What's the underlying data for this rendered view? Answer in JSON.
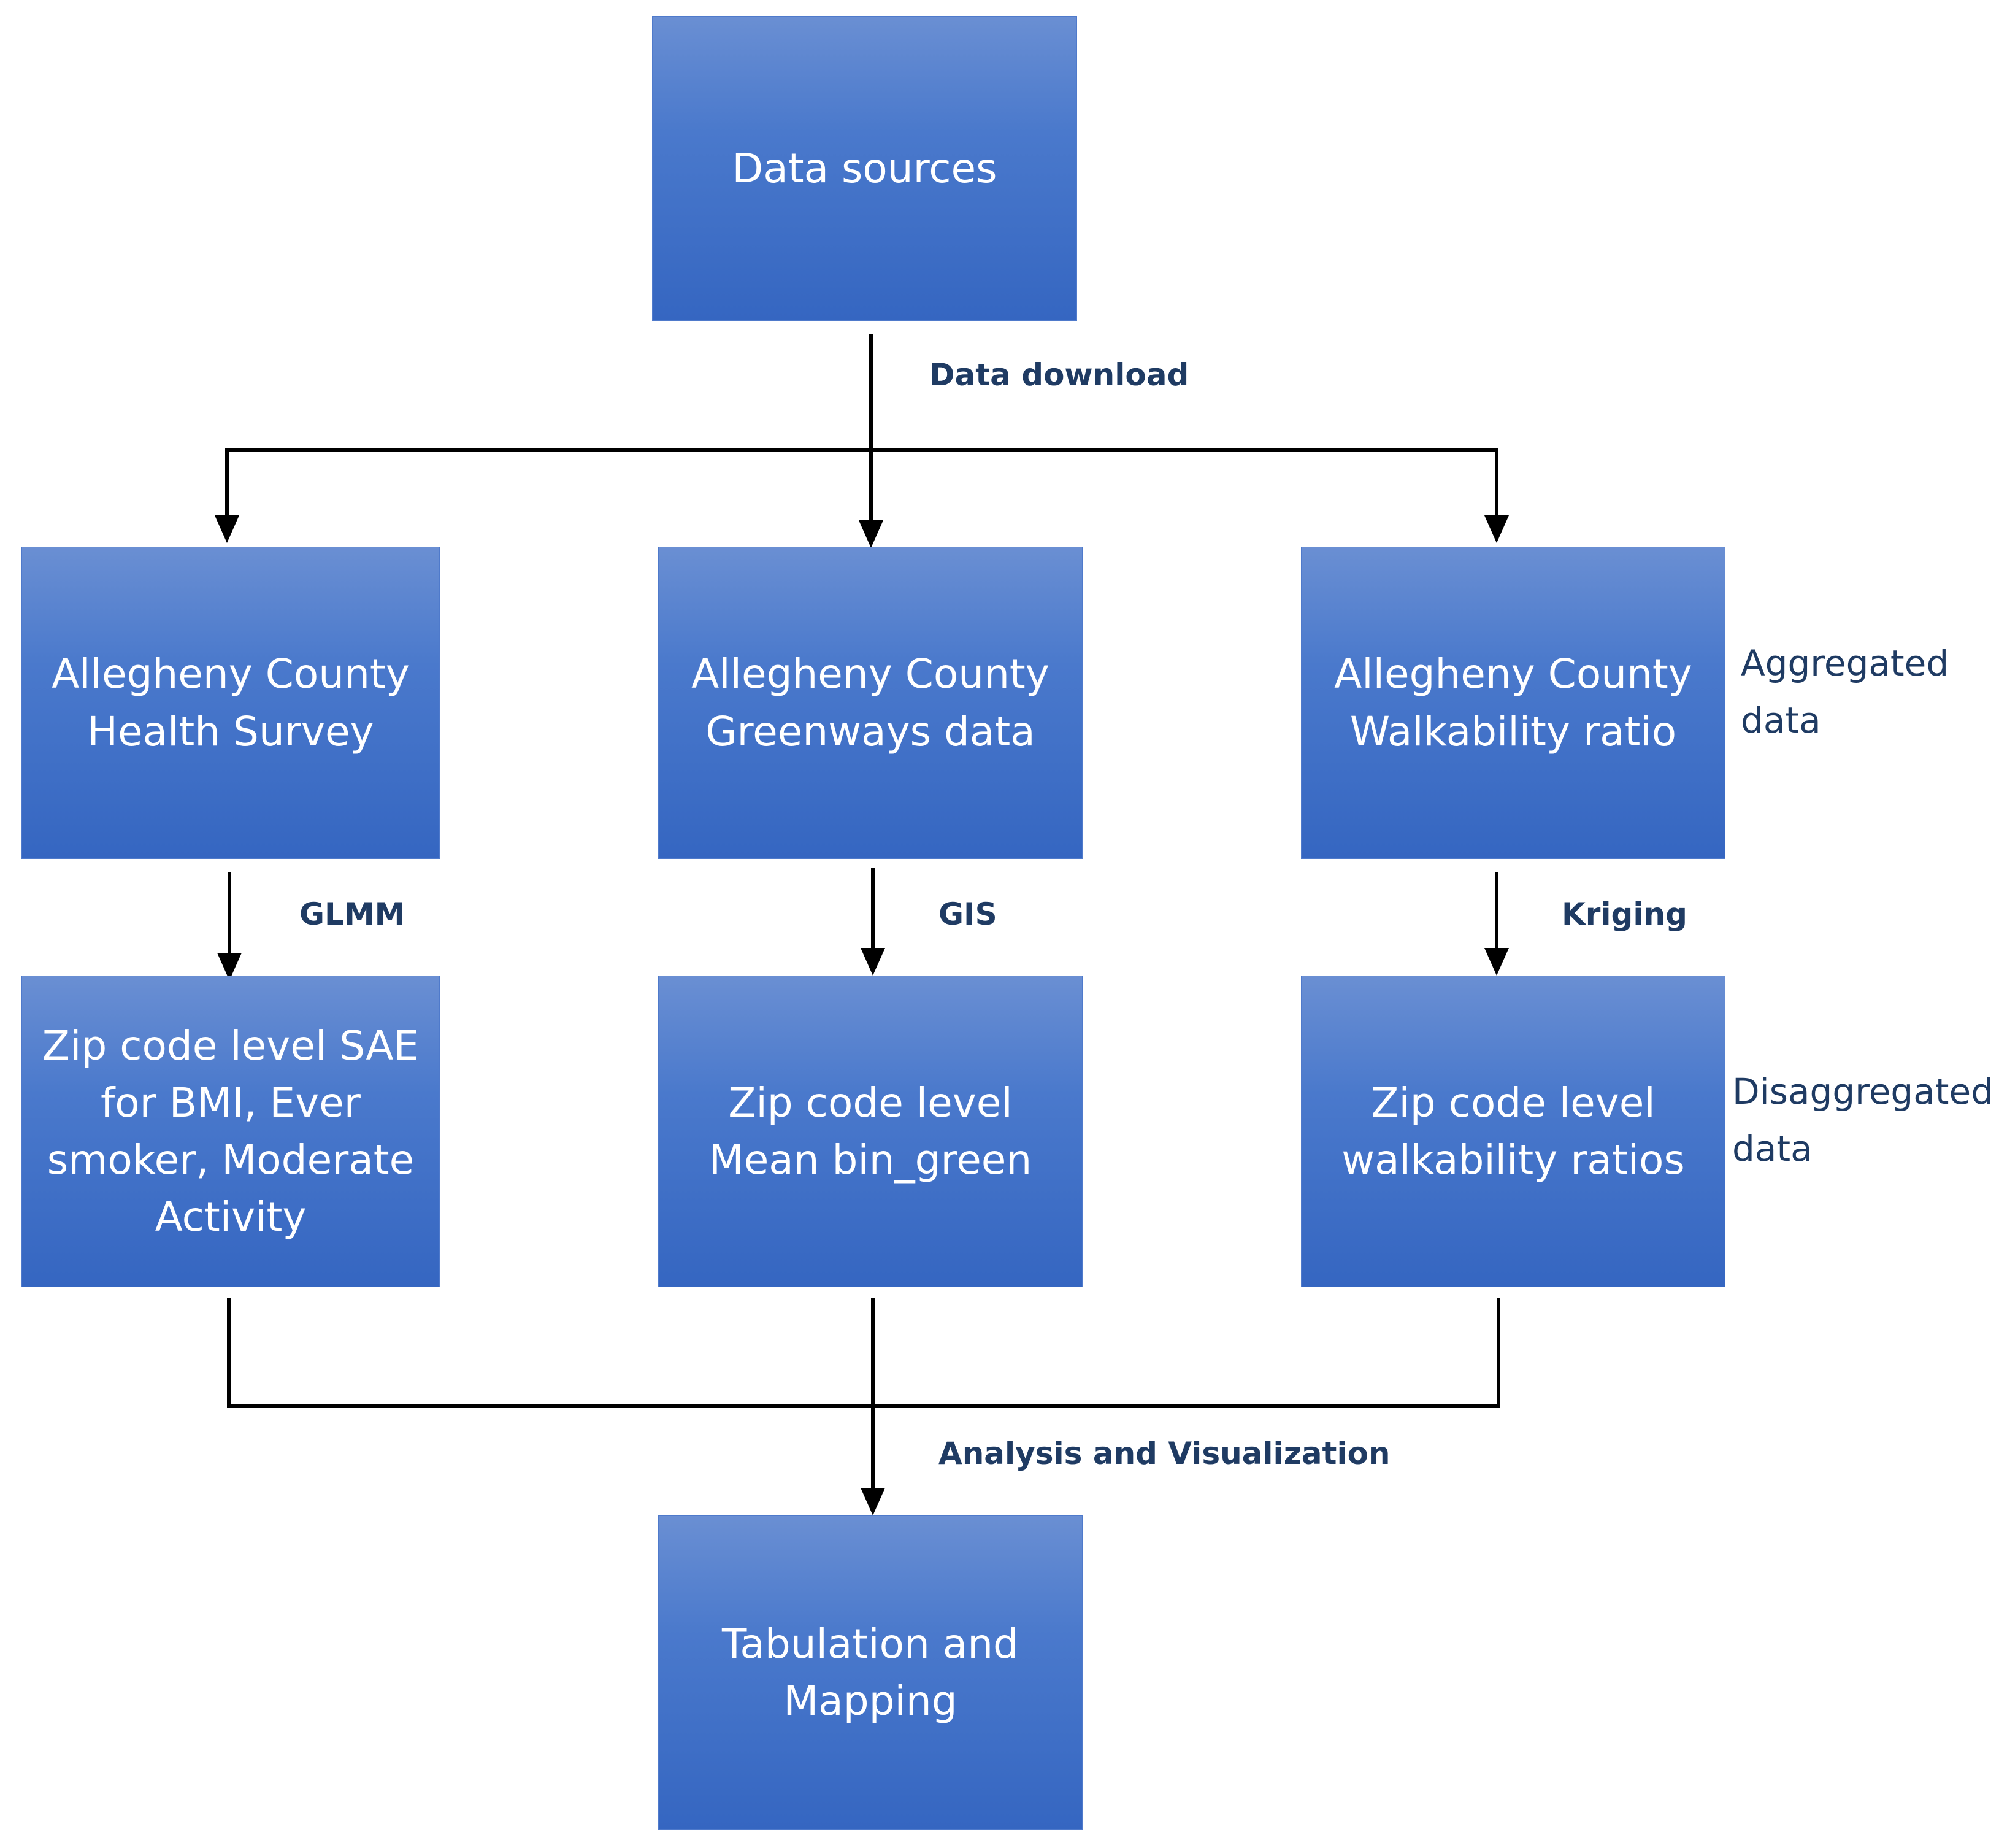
{
  "nodes": {
    "data_sources": "Data sources",
    "health_survey": "Allegheny County\nHealth Survey",
    "greenways": "Allegheny County\nGreenways data",
    "walkability": "Allegheny County\nWalkability ratio",
    "zip_sae": "Zip code level SAE\nfor BMI, Ever\nsmoker, Moderate\nActivity",
    "zip_bin_green": "Zip code level\nMean bin_green",
    "zip_walkability": "Zip code level\nwalkability ratios",
    "tabulation": "Tabulation and\nMapping"
  },
  "edge_labels": {
    "data_download": "Data download",
    "glmm": "GLMM",
    "gis": "GIS",
    "kriging": "Kriging",
    "analysis": "Analysis and Visualization"
  },
  "side_notes": {
    "aggregated": "Aggregated\ndata",
    "disaggregated": "Disaggregated\ndata"
  },
  "colors": {
    "box_top": "#6a8fd3",
    "box_bottom": "#3566c1",
    "box_text": "#ffffff",
    "label_text": "#1f3b63",
    "connector": "#000000"
  }
}
